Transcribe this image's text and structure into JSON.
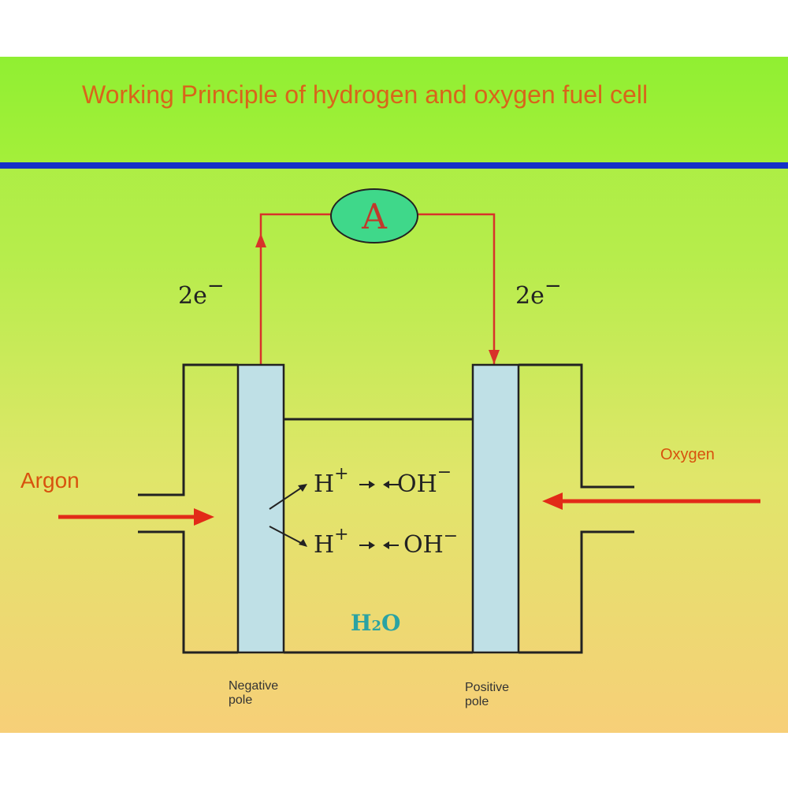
{
  "title": "Working Principle of hydrogen and oxygen fuel cell",
  "ammeter": {
    "symbol": "A"
  },
  "electron_left": {
    "base": "2e",
    "sup": "−"
  },
  "electron_right": {
    "base": "2e",
    "sup": "−"
  },
  "inlet_left": "Argon",
  "inlet_right": "Oxygen",
  "ions": {
    "row1": {
      "cation": "H",
      "cation_charge": "+",
      "anion": "OH",
      "anion_charge": "−"
    },
    "row2": {
      "cation": "H",
      "cation_charge": "+",
      "anion": "OH",
      "anion_charge": "−"
    }
  },
  "electrolyte": {
    "base": "H",
    "sub": "2",
    "rest": "O"
  },
  "negative_pole": "Negative pole",
  "positive_pole": "Positive pole",
  "colors": {
    "wire": "#d8322a",
    "gas_arrow": "#e22a18",
    "ammeter_fill": "#3fd88a",
    "electrode_fill": "#bfe0e6",
    "electrolyte_text": "#2aa3a3",
    "divider": "#1432c8",
    "title": "#d8651a"
  }
}
